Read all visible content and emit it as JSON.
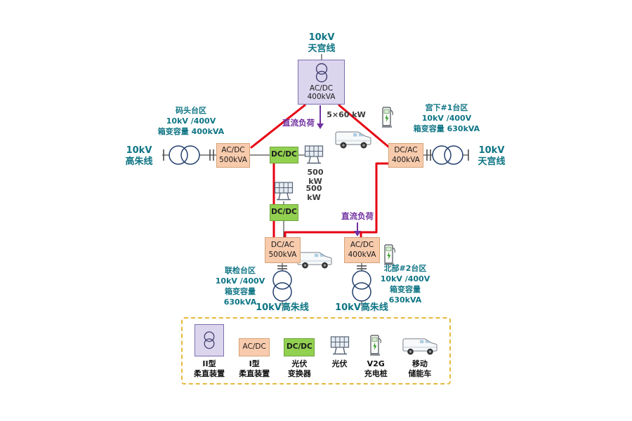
{
  "colors": {
    "dc_ring": "#e60012",
    "feeder_text": "#0f7585",
    "dc_load": "#7030a0",
    "converter_type1_fill": "#f8cbad",
    "pv_converter_fill": "#92d050",
    "converter_type2_fill": "#dcd5ee",
    "legend_border": "#e5b93e"
  },
  "top_station": {
    "feeder": "10kV\n天宫线",
    "converter": "AC/DC\n400kVA",
    "dc_load_label": "直流负荷",
    "dc_load_value": "5×60 kW"
  },
  "left_station": {
    "area_info": "码头台区\n10kV /400V\n箱变容量 400kVA",
    "feeder": "10kV\n高朱线",
    "converter": "AC/DC\n500kVA",
    "pv_converter": "DC/DC",
    "pv_value": "500 kW"
  },
  "right_station": {
    "area_info": "宫下#1台区\n10kV /400V\n箱变容量 630kVA",
    "feeder": "10kV\n天宫线",
    "converter": "DC/AC\n400kVA"
  },
  "mid_pv": {
    "pv_converter": "DC/DC",
    "pv_value": "500 kW"
  },
  "bottom_left_station": {
    "area_info": "联检台区\n10kV /400V\n箱变容量 630kVA",
    "converter": "DC/AC\n500kVA",
    "feeder": "10kV高朱线"
  },
  "bottom_right_station": {
    "area_info": "北部#2台区\n10kV /400V\n箱变容量 630kVA",
    "converter": "AC/DC\n400kVA",
    "feeder": "10kV高朱线",
    "dc_load_label": "直流负荷"
  },
  "legend": {
    "type2_label": "II型\n柔直装置",
    "type1_label": "I型\n柔直装置",
    "type1_box": "AC/DC",
    "pv_converter_label": "光伏\n变换器",
    "pv_converter_box": "DC/DC",
    "pv_label": "光伏",
    "v2g_label": "V2G\n充电桩",
    "ev_label": "移动\n储能车"
  }
}
